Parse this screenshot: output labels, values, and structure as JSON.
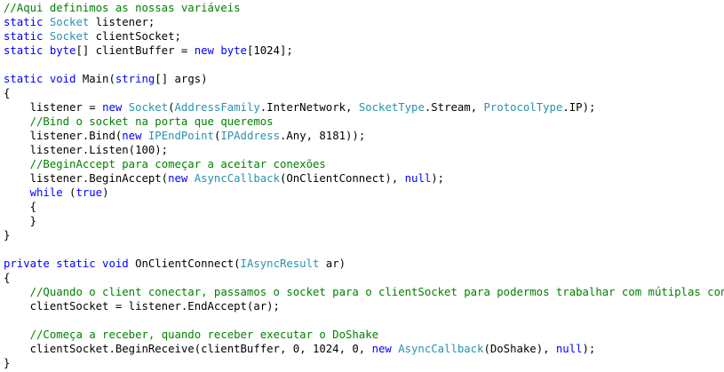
{
  "code": {
    "language": "csharp",
    "colors": {
      "keyword": "#0000ff",
      "type": "#2b91af",
      "comment": "#008000",
      "text": "#000000",
      "background": "#ffffff"
    },
    "lines": [
      [
        [
          "cm",
          "//Aqui definimos as nossas variáveis"
        ]
      ],
      [
        [
          "kw",
          "static "
        ],
        [
          "ty",
          "Socket"
        ],
        [
          "tx",
          " listener;"
        ]
      ],
      [
        [
          "kw",
          "static "
        ],
        [
          "ty",
          "Socket"
        ],
        [
          "tx",
          " clientSocket;"
        ]
      ],
      [
        [
          "kw",
          "static byte"
        ],
        [
          "tx",
          "[] clientBuffer = "
        ],
        [
          "kw",
          "new byte"
        ],
        [
          "tx",
          "[1024];"
        ]
      ],
      [],
      [
        [
          "kw",
          "static void "
        ],
        [
          "tx",
          "Main("
        ],
        [
          "kw",
          "string"
        ],
        [
          "tx",
          "[] args)"
        ]
      ],
      [
        [
          "tx",
          "{"
        ]
      ],
      [
        [
          "tx",
          "    listener = "
        ],
        [
          "kw",
          "new "
        ],
        [
          "ty",
          "Socket"
        ],
        [
          "tx",
          "("
        ],
        [
          "ty",
          "AddressFamily"
        ],
        [
          "tx",
          ".InterNetwork, "
        ],
        [
          "ty",
          "SocketType"
        ],
        [
          "tx",
          ".Stream, "
        ],
        [
          "ty",
          "ProtocolType"
        ],
        [
          "tx",
          ".IP);"
        ]
      ],
      [
        [
          "tx",
          "    "
        ],
        [
          "cm",
          "//Bind o socket na porta que queremos"
        ]
      ],
      [
        [
          "tx",
          "    listener.Bind("
        ],
        [
          "kw",
          "new "
        ],
        [
          "ty",
          "IPEndPoint"
        ],
        [
          "tx",
          "("
        ],
        [
          "ty",
          "IPAddress"
        ],
        [
          "tx",
          ".Any, 8181));"
        ]
      ],
      [
        [
          "tx",
          "    listener.Listen(100);"
        ]
      ],
      [
        [
          "tx",
          "    "
        ],
        [
          "cm",
          "//BeginAccept para começar a aceitar conexões"
        ]
      ],
      [
        [
          "tx",
          "    listener.BeginAccept("
        ],
        [
          "kw",
          "new "
        ],
        [
          "ty",
          "AsyncCallback"
        ],
        [
          "tx",
          "(OnClientConnect), "
        ],
        [
          "kw",
          "null"
        ],
        [
          "tx",
          ");"
        ]
      ],
      [
        [
          "tx",
          "    "
        ],
        [
          "kw",
          "while "
        ],
        [
          "tx",
          "("
        ],
        [
          "kw",
          "true"
        ],
        [
          "tx",
          ")"
        ]
      ],
      [
        [
          "tx",
          "    {"
        ]
      ],
      [
        [
          "tx",
          "    }"
        ]
      ],
      [
        [
          "tx",
          "}"
        ]
      ],
      [],
      [
        [
          "kw",
          "private static void "
        ],
        [
          "tx",
          "OnClientConnect("
        ],
        [
          "ty",
          "IAsyncResult"
        ],
        [
          "tx",
          " ar)"
        ]
      ],
      [
        [
          "tx",
          "{"
        ]
      ],
      [
        [
          "tx",
          "    "
        ],
        [
          "cm",
          "//Quando o client conectar, passamos o socket para o clientSocket para podermos trabalhar com mútiplas conexões"
        ]
      ],
      [
        [
          "tx",
          "    clientSocket = listener.EndAccept(ar);"
        ]
      ],
      [],
      [
        [
          "tx",
          "    "
        ],
        [
          "cm",
          "//Começa a receber, quando receber executar o DoShake"
        ]
      ],
      [
        [
          "tx",
          "    clientSocket.BeginReceive(clientBuffer, 0, 1024, 0, "
        ],
        [
          "kw",
          "new "
        ],
        [
          "ty",
          "AsyncCallback"
        ],
        [
          "tx",
          "(DoShake), "
        ],
        [
          "kw",
          "null"
        ],
        [
          "tx",
          ");"
        ]
      ],
      [
        [
          "tx",
          "}"
        ]
      ]
    ]
  }
}
